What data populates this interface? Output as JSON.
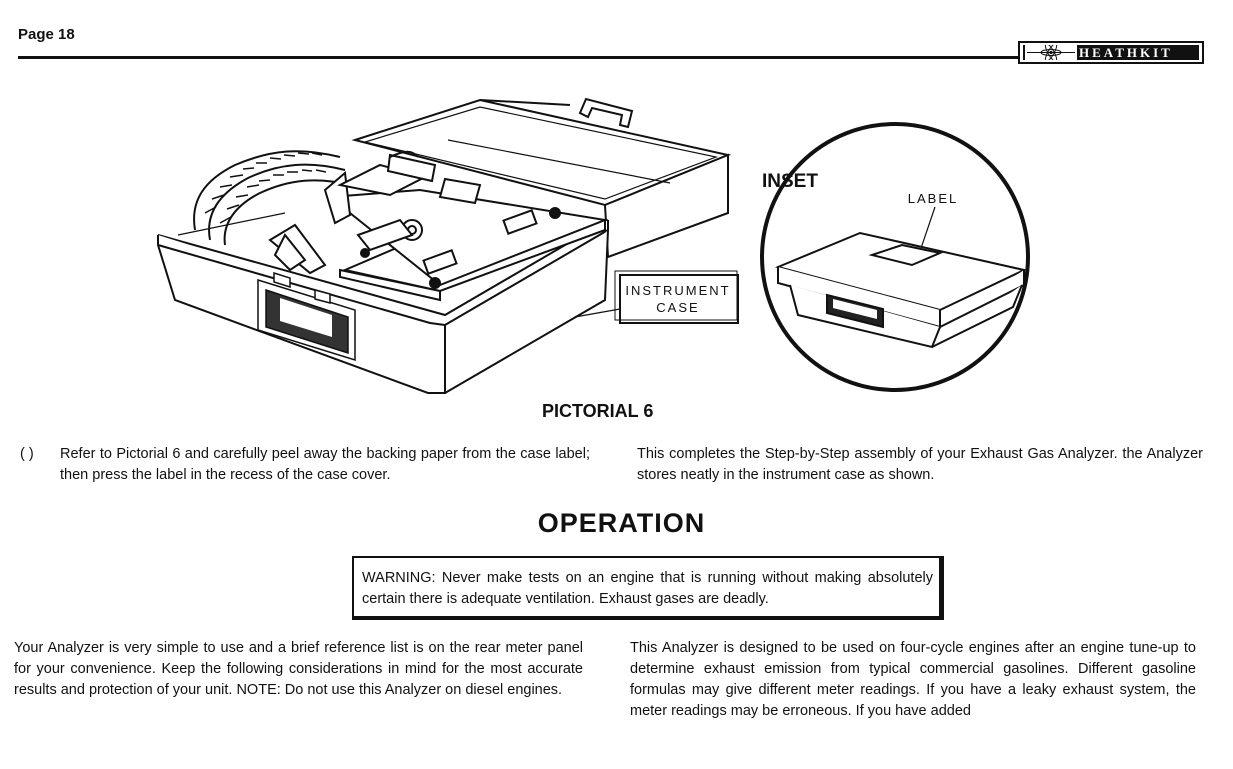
{
  "header": {
    "page_number": "Page 18",
    "brand_logo": "HEATHKIT"
  },
  "figure": {
    "inset_label": "INSET",
    "label_callout": "LABEL",
    "instrument_case_line1": "INSTRUMENT",
    "instrument_case_line2": "CASE",
    "caption": "PICTORIAL 6"
  },
  "step": {
    "checkbox": "(  )",
    "text": "Refer to Pictorial 6 and carefully peel away the backing paper from the case label; then press the label in the recess of the case cover."
  },
  "completion_text": "This completes the Step-by-Step assembly of your Exhaust Gas Analyzer. the Analyzer stores neatly in the instrument case as shown.",
  "operation_heading": "OPERATION",
  "warning_text": "WARNING: Never make tests on an engine that is running without making absolutely certain there is adequate ventilation. Exhaust gases are deadly.",
  "left_column": "Your Analyzer is very simple to use and a brief reference list is on the rear meter panel for your convenience. Keep the following considerations in mind for the most accurate results and protection of your unit. NOTE: Do not use this Analyzer on diesel engines.",
  "right_column": "This Analyzer is designed to be used on four-cycle engines after an engine tune-up to determine exhaust emission from typical commercial gasolines. Different gasoline formulas may give different meter readings. If you have a leaky exhaust system, the meter readings may be erroneous. If you have added"
}
